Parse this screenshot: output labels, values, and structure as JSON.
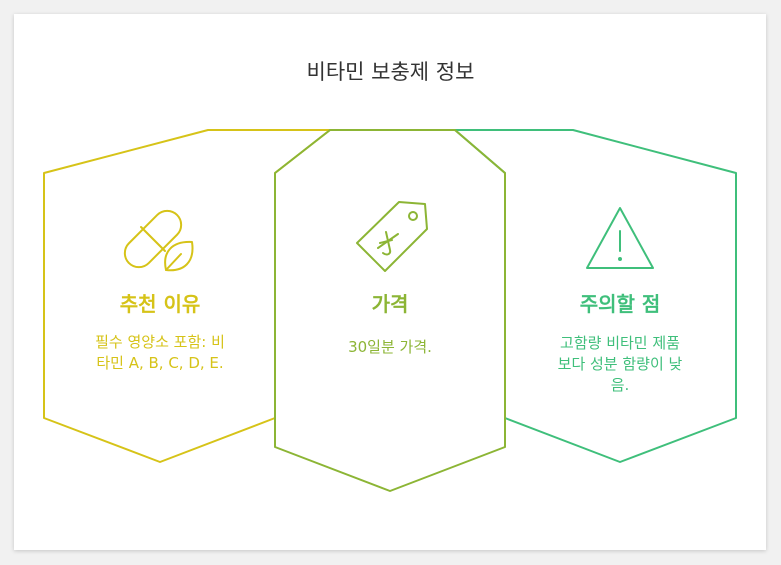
{
  "title": "비타민 보충제 정보",
  "colors": {
    "yellow": "#d6c318",
    "lime": "#8cb535",
    "green": "#3fbf7b"
  },
  "columns": [
    {
      "icon": "pill-leaf-icon",
      "title": "추천 이유",
      "desc_lines": [
        "필수 영양소 포함: 비",
        "타민 A, B, C, D, E."
      ]
    },
    {
      "icon": "price-tag-icon",
      "title": "가격",
      "desc_lines": [
        "30일분 가격."
      ]
    },
    {
      "icon": "warning-triangle-icon",
      "title": "주의할 점",
      "desc_lines": [
        "고함량 비타민 제품",
        "보다 성분 함량이 낮",
        "음."
      ]
    }
  ]
}
